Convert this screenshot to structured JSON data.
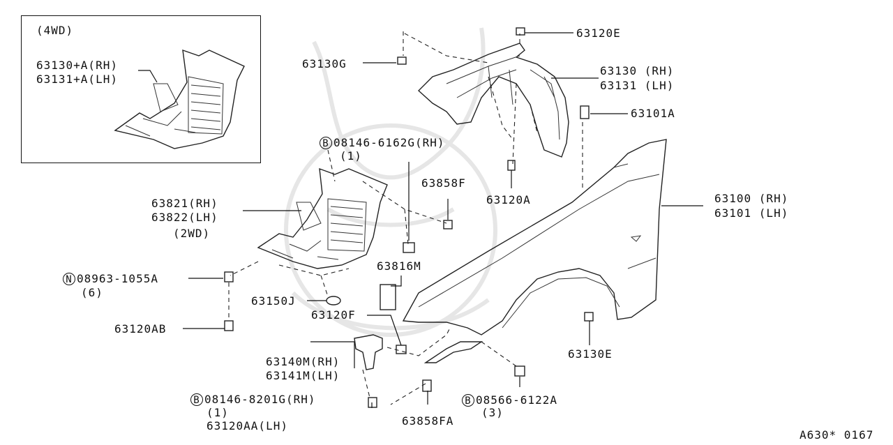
{
  "inset": {
    "drive": "(4WD)",
    "part_rh": "63130+A(RH)",
    "part_lh": "63131+A(LH)"
  },
  "labels": {
    "p63120E": "63120E",
    "p63130G": "63130G",
    "p63130_rh": "63130 (RH)",
    "p63131_lh": "63131 (LH)",
    "p63101A": "63101A",
    "bolt_top_symbol": "B",
    "bolt_top": "08146-6162G(RH)",
    "bolt_top_qty": "(1)",
    "p63858F": "63858F",
    "p63120A": "63120A",
    "p63100_rh": "63100 (RH)",
    "p63101_lh": "63101 (LH)",
    "p63821_rh": "63821(RH)",
    "p63822_lh": "63822(LH)",
    "drive_2wd": "(2WD)",
    "nut_symbol": "N",
    "nut": "08963-1055A",
    "nut_qty": "(6)",
    "p63816M": "63816M",
    "p63150J": "63150J",
    "p63120F": "63120F",
    "p63120AB": "63120AB",
    "p63130E": "63130E",
    "p63140M_rh": "63140M(RH)",
    "p63141M_lh": "63141M(LH)",
    "bolt_bl_symbol": "B",
    "bolt_bl": "08146-8201G(RH)",
    "bolt_bl_qty": "(1)",
    "p63120AA_lh": "63120AA(LH)",
    "p63858FA": "63858FA",
    "bolt_br_symbol": "B",
    "bolt_br": "08566-6122A",
    "bolt_br_qty": "(3)",
    "diagram_code": "A630* 0167"
  }
}
